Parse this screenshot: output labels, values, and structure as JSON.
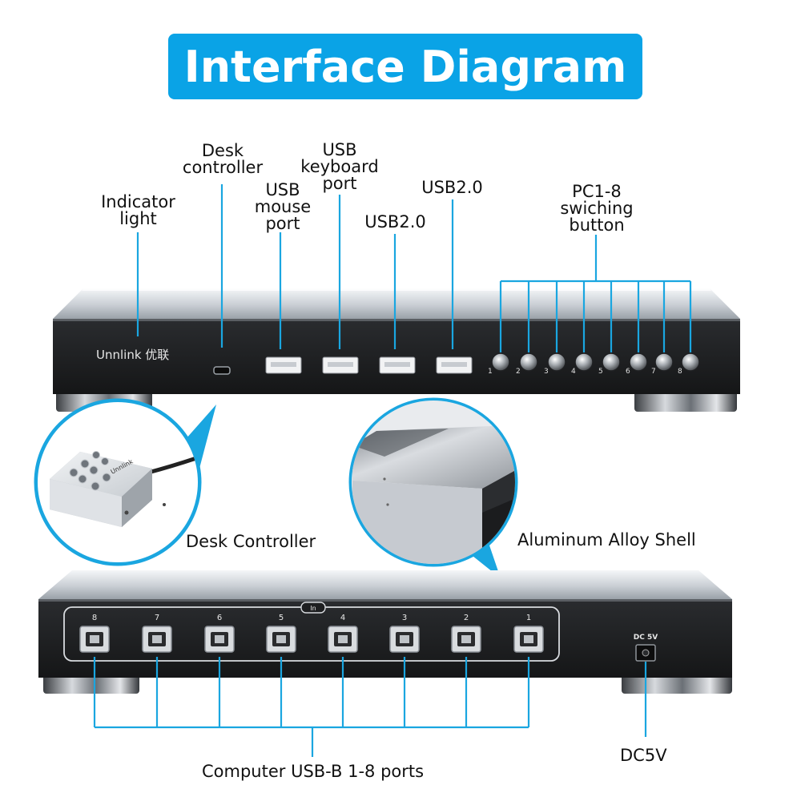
{
  "title": "Interface Diagram",
  "front_labels": {
    "indicator": "Indicator\nlight",
    "desk_controller": "Desk\ncontroller",
    "usb_mouse": "USB\nmouse\nport",
    "usb_keyboard": "USB\nkeyboard\nport",
    "usb2_a": "USB2.0",
    "usb2_b": "USB2.0",
    "pc_buttons": "PC1-8\nswiching\nbutton"
  },
  "brand": "Unnlink 优联",
  "front_button_numbers": [
    "1",
    "2",
    "3",
    "4",
    "5",
    "6",
    "7",
    "8"
  ],
  "callouts": {
    "desk_controller": "Desk Controller",
    "shell": "Aluminum Alloy Shell"
  },
  "rear": {
    "in_label": "In",
    "port_numbers": [
      "8",
      "7",
      "6",
      "5",
      "4",
      "3",
      "2",
      "1"
    ],
    "power_label": "DC 5V",
    "usb_b_label": "Computer USB-B 1-8 ports",
    "dc_label": "DC5V"
  },
  "colors": {
    "accent": "#0aa3e6",
    "lines": "#1aa6e0"
  }
}
